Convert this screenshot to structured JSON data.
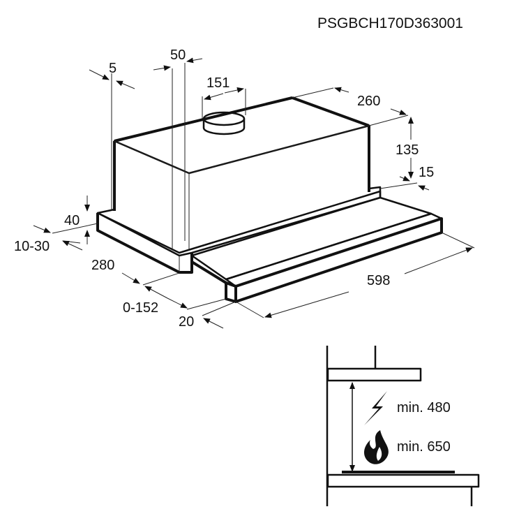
{
  "product_code": "PSGBCH170D363001",
  "dimensions": {
    "flange_offset": "5",
    "duct_offset": "50",
    "duct_diameter": "151",
    "depth_body": "260",
    "height_body": "135",
    "rear_offset": "15",
    "frame_height": "40",
    "side_overhang": "10-30",
    "depth_frame": "280",
    "width": "598",
    "visor_extension": "0-152",
    "visor_thickness": "20"
  },
  "clearance": {
    "electric_min": "min. 480",
    "gas_min": "min. 650",
    "electric_icon": "lightning-icon",
    "gas_icon": "flame-icon"
  }
}
